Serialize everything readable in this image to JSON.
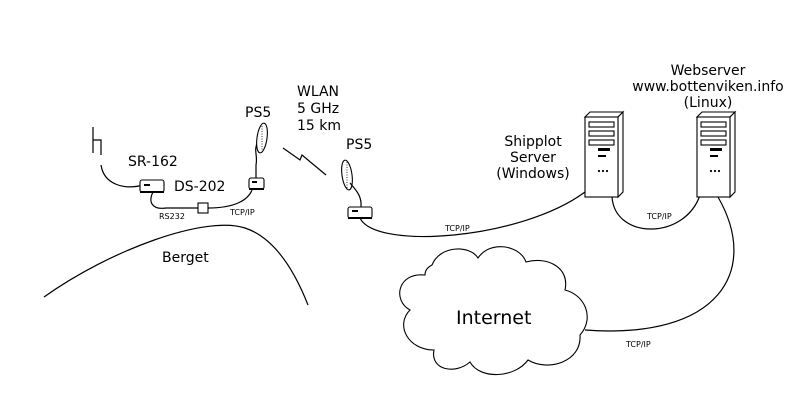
{
  "labels": {
    "sr162": "SR-162",
    "ds202": "DS-202",
    "rs232": "RS232",
    "tcpip_left": "TCP/IP",
    "ps5_left": "PS5",
    "wlan_line1": "WLAN",
    "wlan_line2": "5 GHz",
    "wlan_line3": "15 km",
    "ps5_right": "PS5",
    "berget": "Berget",
    "tcpip_mid": "TCP/IP",
    "shipplot_line1": "Shipplot",
    "shipplot_line2": "Server",
    "shipplot_line3": "(Windows)",
    "webserver_line1": "Webserver",
    "webserver_line2": "www.bottenviken.info",
    "webserver_line3": "(Linux)",
    "tcpip_servers": "TCP/IP",
    "internet": "Internet",
    "tcpip_internet": "TCP/IP"
  },
  "icons": {
    "antenna": "whip-antenna-icon",
    "radio": "radio-unit-icon",
    "dish": "dish-antenna-icon",
    "server": "tower-server-icon",
    "cloud": "cloud-icon"
  }
}
